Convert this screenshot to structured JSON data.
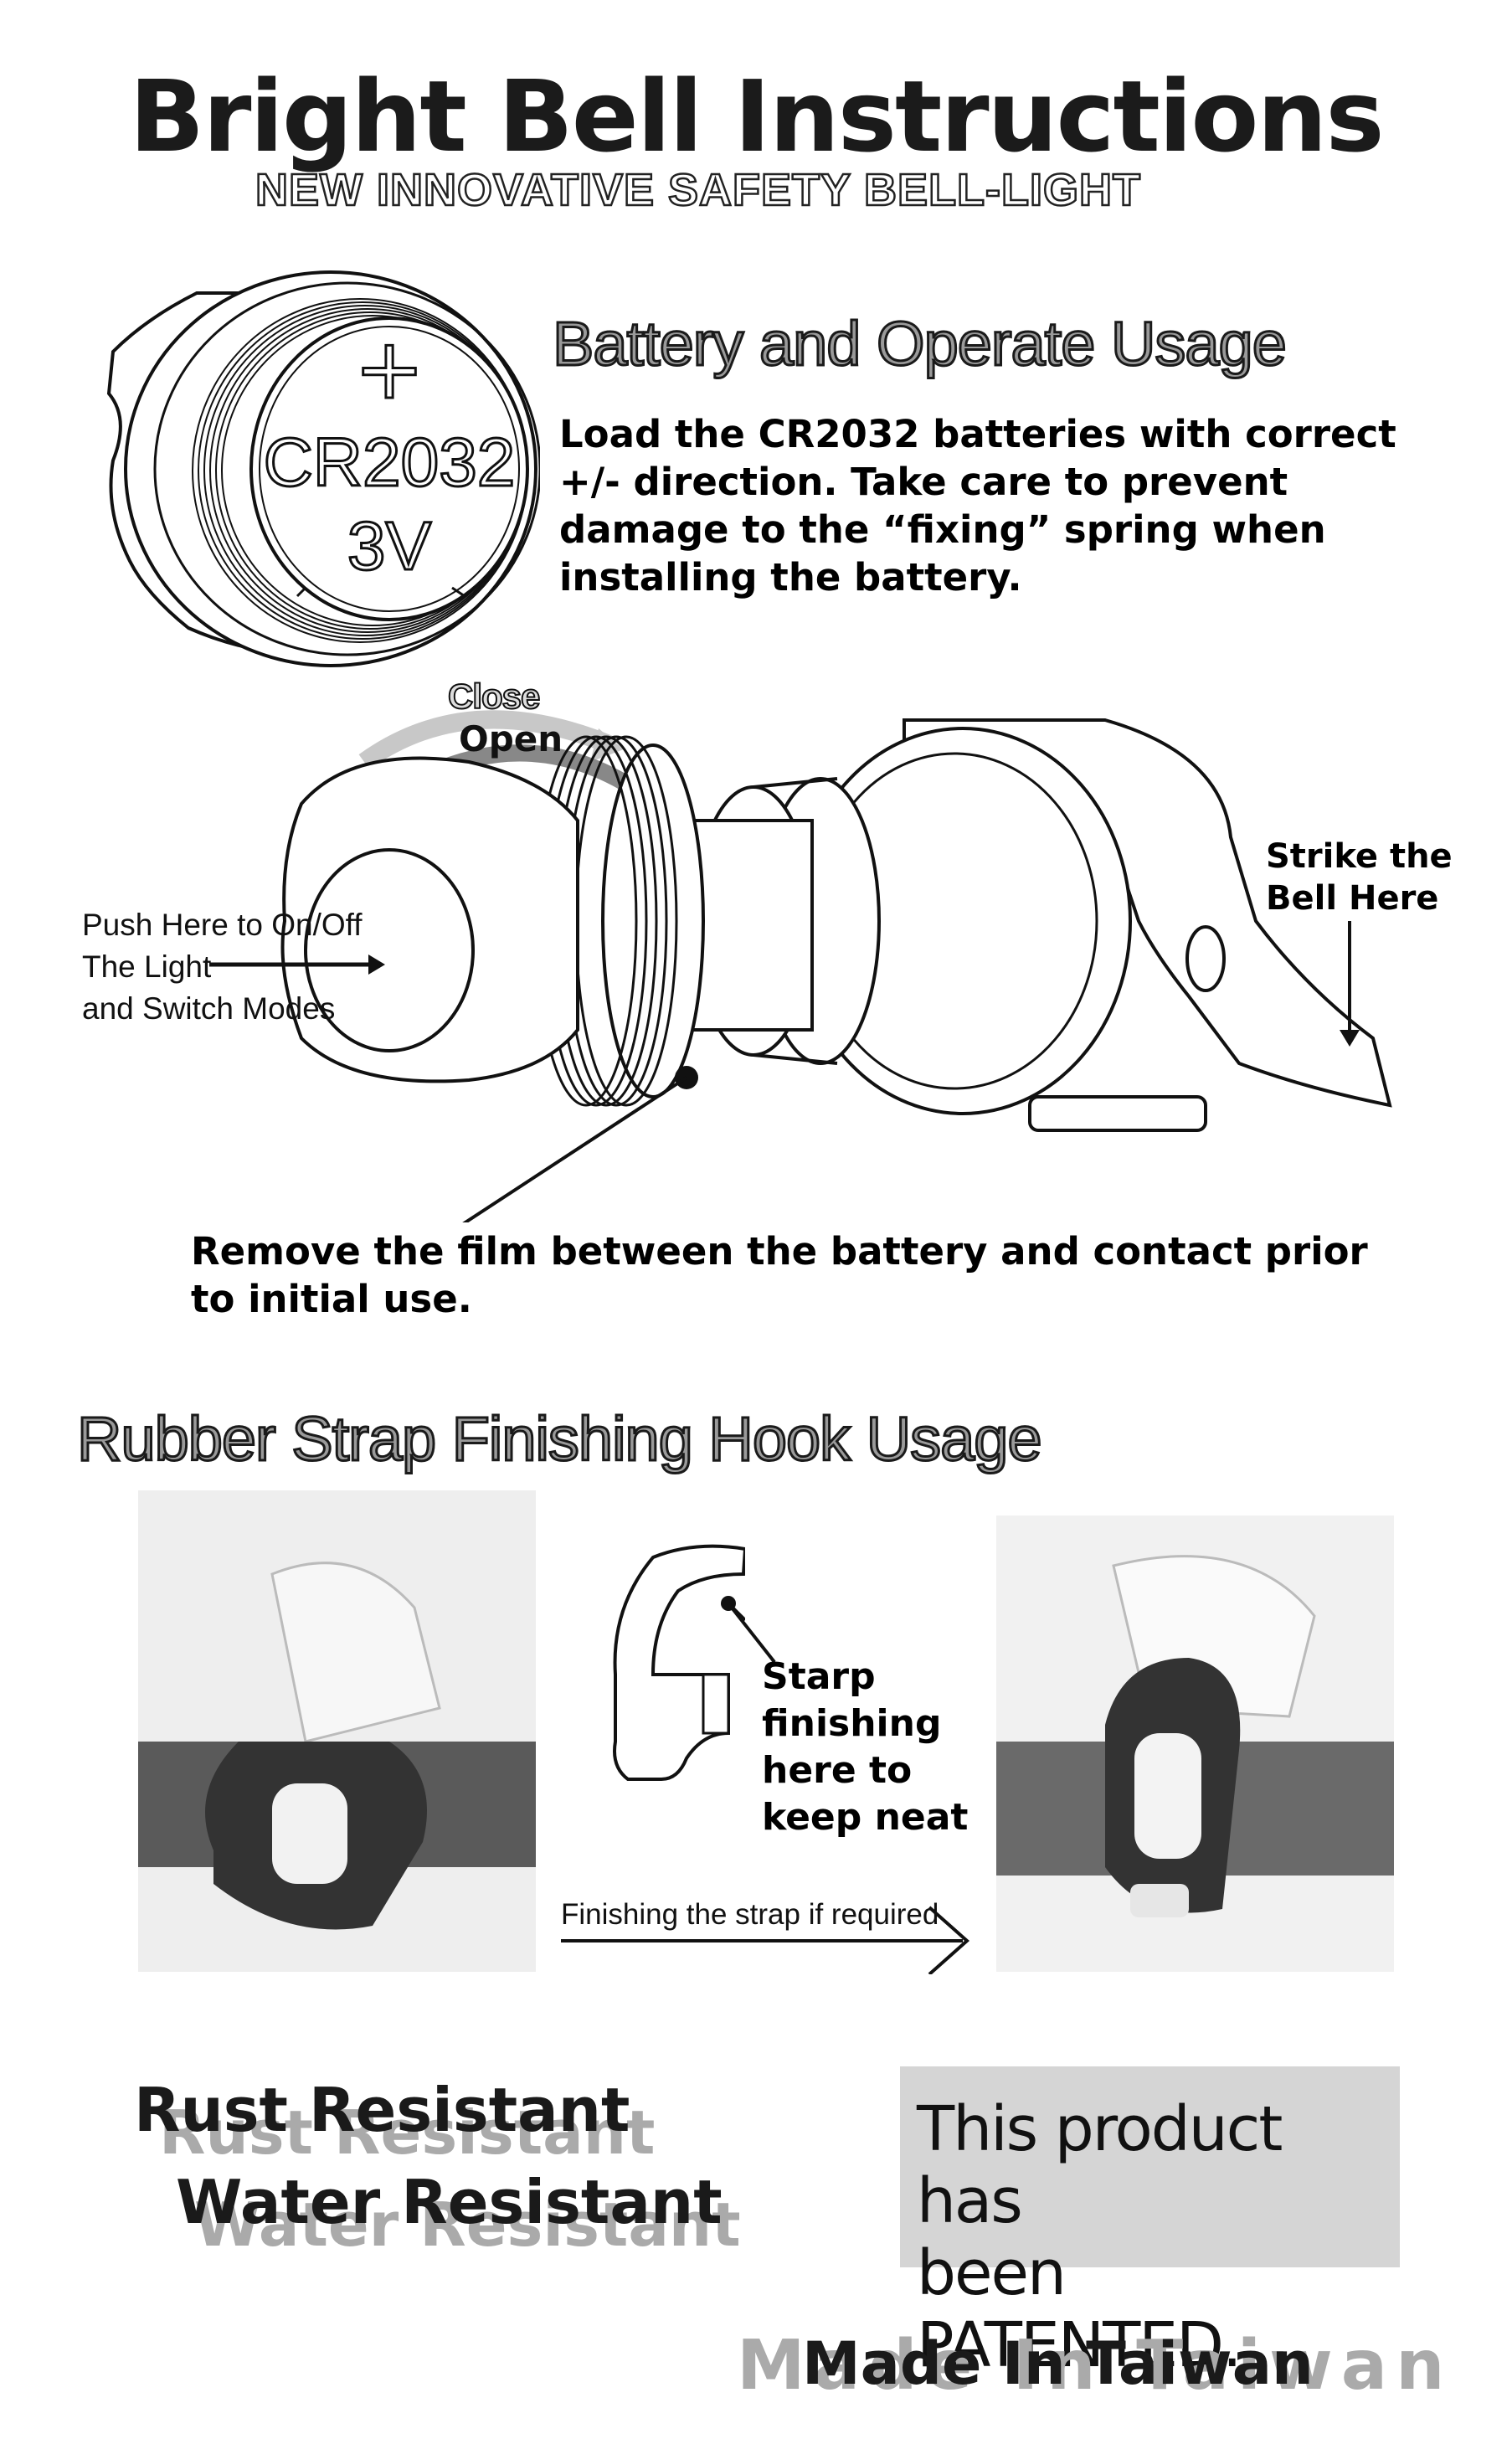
{
  "header": {
    "title": "Bright Bell Instructions",
    "subtitle": "NEW INNOVATIVE SAFETY BELL-LIGHT"
  },
  "battery_section": {
    "heading": "Battery and Operate Usage",
    "text_lines": [
      "Load the CR2032 batteries with correct",
      "+/- direction. Take care to prevent",
      "damage to the “fixing” spring  when",
      "installing the battery."
    ],
    "coin_plus": "+",
    "coin_model": "CR2032",
    "coin_voltage": "3V"
  },
  "diagram": {
    "close_label": "Close",
    "open_label": "Open",
    "push_label_lines": [
      "Push Here to On/Off",
      "The Light",
      "and Switch Modes"
    ],
    "strike_label_lines": [
      "Strike the",
      "Bell  Here"
    ],
    "film_note_lines": [
      "Remove the film between the battery and contact prior",
      "to initial use."
    ]
  },
  "strap_section": {
    "heading": "Rubber Strap Finishing Hook Usage",
    "hook_label_lines": [
      "Starp",
      "finishing",
      "here to",
      "keep neat"
    ],
    "arrow_label": "Finishing the strap if required"
  },
  "footer": {
    "rust": "Rust Resistant",
    "water": "Water Resistant",
    "patent_lines": [
      "This product has",
      "been PATENTED."
    ],
    "made_in": "Made In Taiwan"
  }
}
